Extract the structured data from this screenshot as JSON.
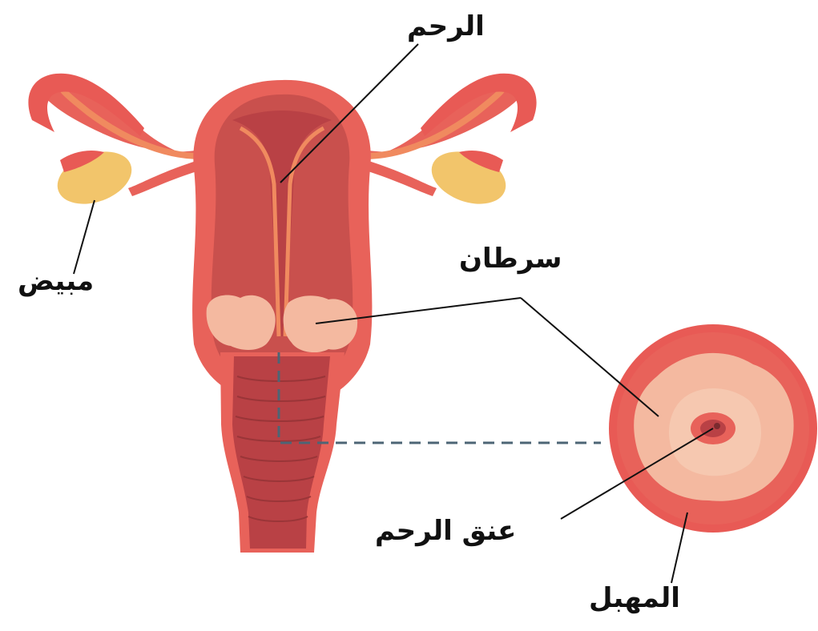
{
  "labels": {
    "uterus": "الرحم",
    "ovary": "مبيض",
    "cancer": "سرطان",
    "cervix": "عنق الرحم",
    "vagina": "المهبل"
  },
  "colors": {
    "tissue_main": "#e8625a",
    "tissue_outline": "#e85a55",
    "tissue_dark": "#b94145",
    "tissue_inner": "#c9504d",
    "tube_inner": "#f08a5f",
    "ovary": "#f2c56b",
    "tumor": "#f4b9a0",
    "leader_line": "#111111",
    "dashed_line": "#4d6575",
    "background": "#ffffff"
  }
}
